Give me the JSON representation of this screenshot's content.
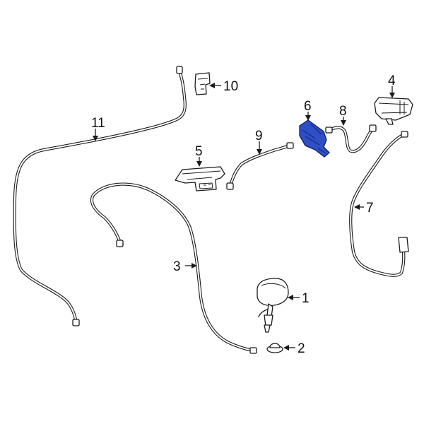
{
  "highlight_color": "#2f4fc6",
  "parts": [
    {
      "id": "part-1",
      "label": "1",
      "icon": "antenna-icon"
    },
    {
      "id": "part-2",
      "label": "2",
      "icon": "grommet-icon"
    },
    {
      "id": "part-3",
      "label": "3",
      "icon": "cable-icon"
    },
    {
      "id": "part-4",
      "label": "4",
      "icon": "module-icon"
    },
    {
      "id": "part-5",
      "label": "5",
      "icon": "bracket-icon"
    },
    {
      "id": "part-6",
      "label": "6",
      "icon": "antenna-amplifier-icon",
      "highlighted": true
    },
    {
      "id": "part-7",
      "label": "7",
      "icon": "cable-icon"
    },
    {
      "id": "part-8",
      "label": "8",
      "icon": "cable-icon"
    },
    {
      "id": "part-9",
      "label": "9",
      "icon": "cable-icon"
    },
    {
      "id": "part-10",
      "label": "10",
      "icon": "clip-icon"
    },
    {
      "id": "part-11",
      "label": "11",
      "icon": "cable-icon"
    }
  ]
}
